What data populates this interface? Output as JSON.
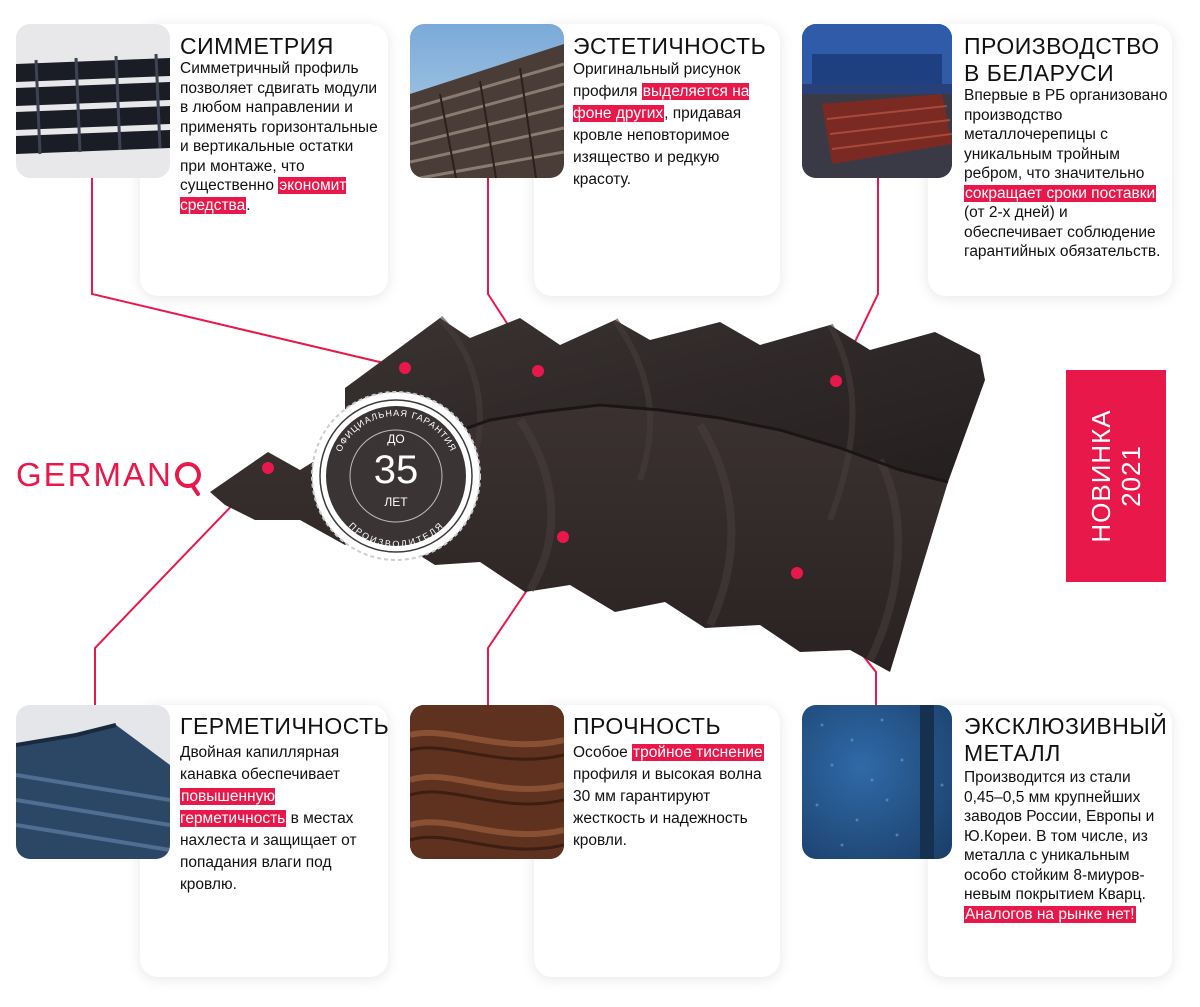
{
  "brand": {
    "name": "GERMANO",
    "logo_text": "GERMAN",
    "accent_color": "#e8194a"
  },
  "new_badge": {
    "line1": "НОВИНКА",
    "line2": "2021"
  },
  "warranty_seal": {
    "top_arc": "ОФИЦИАЛЬНАЯ ГАРАНТИЯ",
    "prefix": "ДО",
    "years": "35",
    "unit": "ЛЕТ",
    "bottom_arc": "ПРОИЗВОДИТЕЛЯ"
  },
  "features": {
    "symmetry": {
      "title": "СИММЕТРИЯ",
      "text_before": "Симметричный профиль позволяет сдвигать модули в любом направлении и применять горизонтальные и вертикальные остатки при монтаже, что существенно",
      "highlight": "экономит средства",
      "text_after": "."
    },
    "aesthetics": {
      "title": "ЭСТЕТИЧНОСТЬ",
      "text_before": "Оригинальный рисунок профиля",
      "highlight": "выделяется на фоне других",
      "text_after": ", придавая кровле неповторимое изящество и редкую красоту."
    },
    "production": {
      "title_line1": "ПРОИЗВОДСТВО",
      "title_line2": "В БЕЛАРУСИ",
      "text_before": "Впервые в РБ организовано производство металлочерепицы с уникальным тройным ребром, что значительно",
      "highlight": "сокращает сроки поставки",
      "text_after": " (от 2-х дней) и обеспечивает соблюдение гарантийных обязательств."
    },
    "tightness": {
      "title": "ГЕРМЕТИЧНОСТЬ",
      "text_before": "Двойная капиллярная канавка обеспечивает",
      "highlight": "повышенную герметичность",
      "text_after": " в местах нахлеста и защищает от попадания влаги под кровлю."
    },
    "strength": {
      "title": "ПРОЧНОСТЬ",
      "text_before": "Особое",
      "highlight": "тройное тиснение",
      "text_after": " профиля и высокая волна 30 мм гарантируют жесткость и надежность кровли."
    },
    "metal": {
      "title_line1": "ЭКСКЛЮЗИВНЫЙ",
      "title_line2": "МЕТАЛЛ",
      "text_before": "Производится из стали 0,45–0,5 мм крупнейших заводов России, Европы и Ю.Кореи. В том числе, из металла с уникальным особо стойким 8-миуров-невым покрытием Кварц.",
      "highlight": "Аналогов на рынке нет!",
      "text_after": ""
    }
  }
}
